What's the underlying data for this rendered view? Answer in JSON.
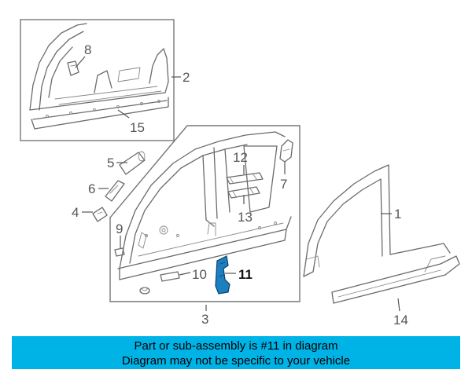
{
  "callouts": {
    "c1": "1",
    "c2": "2",
    "c3": "3",
    "c4": "4",
    "c5": "5",
    "c6": "6",
    "c7": "7",
    "c8": "8",
    "c9": "9",
    "c10": "10",
    "c11": "11",
    "c12": "12",
    "c13": "13",
    "c14": "14",
    "c15": "15"
  },
  "highlight_color": "#1c7fbf",
  "banner": {
    "background": "#00b3e6",
    "line1": "Part or sub-assembly is #11 in diagram",
    "line2": "Diagram may not be specific to your vehicle"
  }
}
